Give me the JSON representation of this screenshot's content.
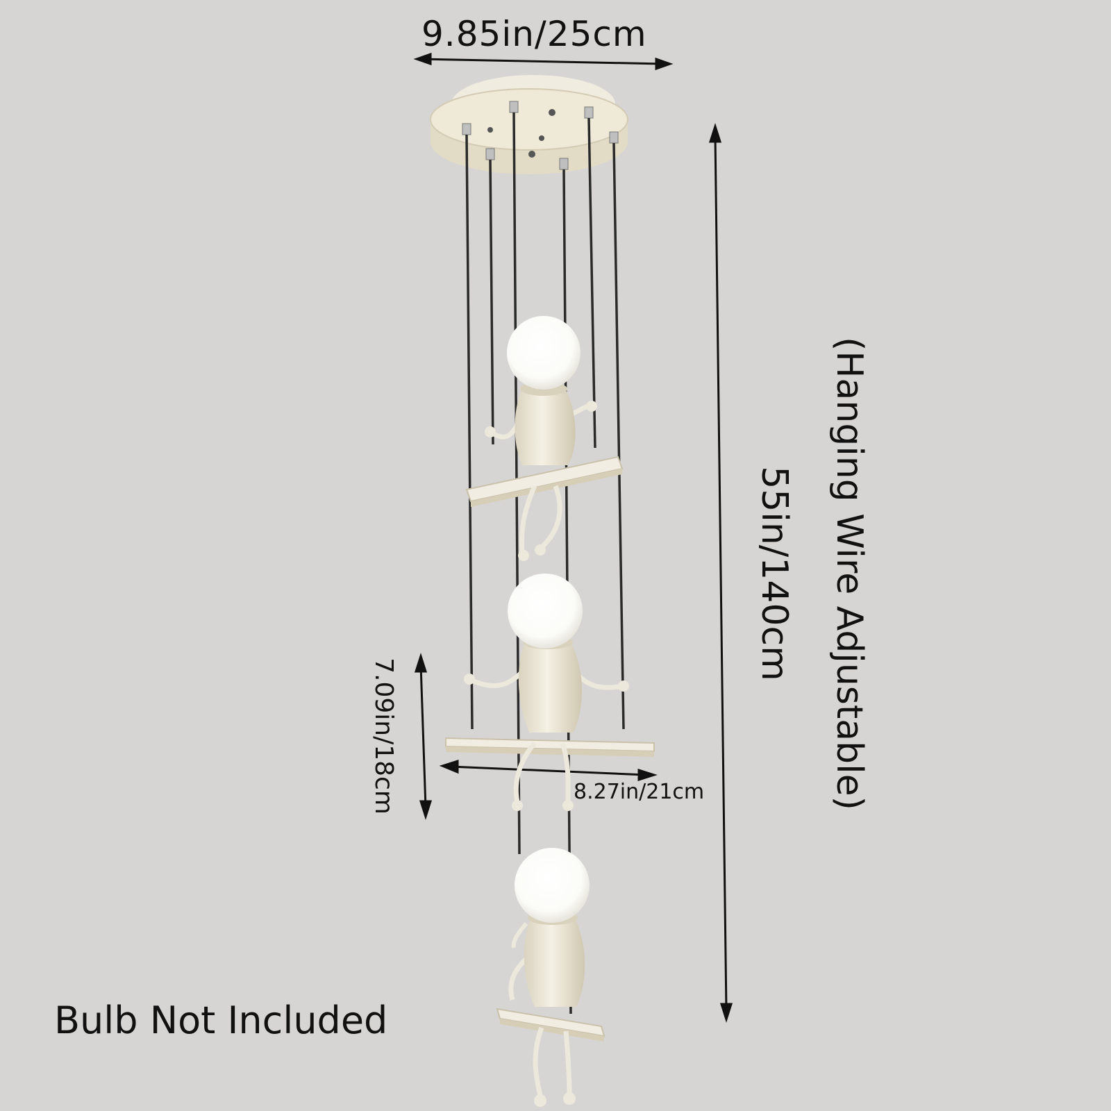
{
  "dimensions": {
    "canopy_width": "9.85in/25cm",
    "total_drop": "55in/140cm",
    "wire_note": "(Hanging Wire Adjustable)",
    "seat_height": "7.09in/18cm",
    "seat_width": "8.27in/21cm"
  },
  "notice": "Bulb Not Included",
  "colors": {
    "background": "#d6d5d3",
    "fixture_white": "#ece8dc",
    "cord": "#2a2a2a",
    "text": "#111111"
  }
}
